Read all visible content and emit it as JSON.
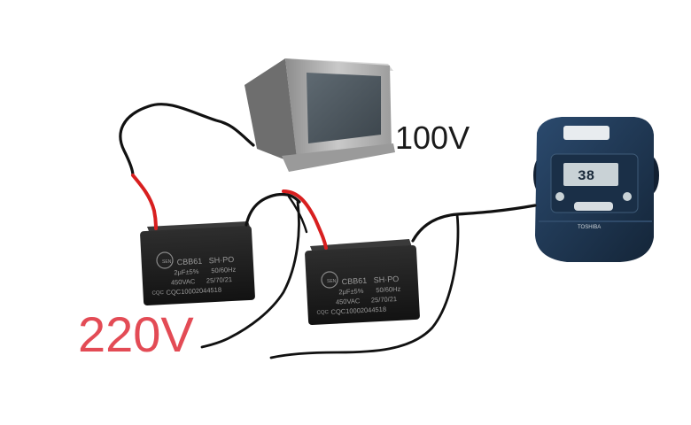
{
  "labels": {
    "tv_voltage": "100V",
    "input_voltage": "220V"
  },
  "capacitor": {
    "brand": "SEN",
    "model": "CBB61",
    "type": "SH·PO",
    "capacitance": "2μF±5%",
    "frequency": "50/60Hz",
    "voltage": "450VAC",
    "rating": "25/70/21",
    "cert_mark": "CQC",
    "cert_number": "CQC10002044518"
  },
  "cooker": {
    "display": "38",
    "brand": "TOSHIBA"
  },
  "colors": {
    "input_voltage": "#e34b55",
    "wire_red": "#d81f1f",
    "wire_black": "#111111",
    "capacitor_body": "#1c1c1c",
    "cooker_body": "#1e3550",
    "tv_body": "#b5b5b5"
  }
}
